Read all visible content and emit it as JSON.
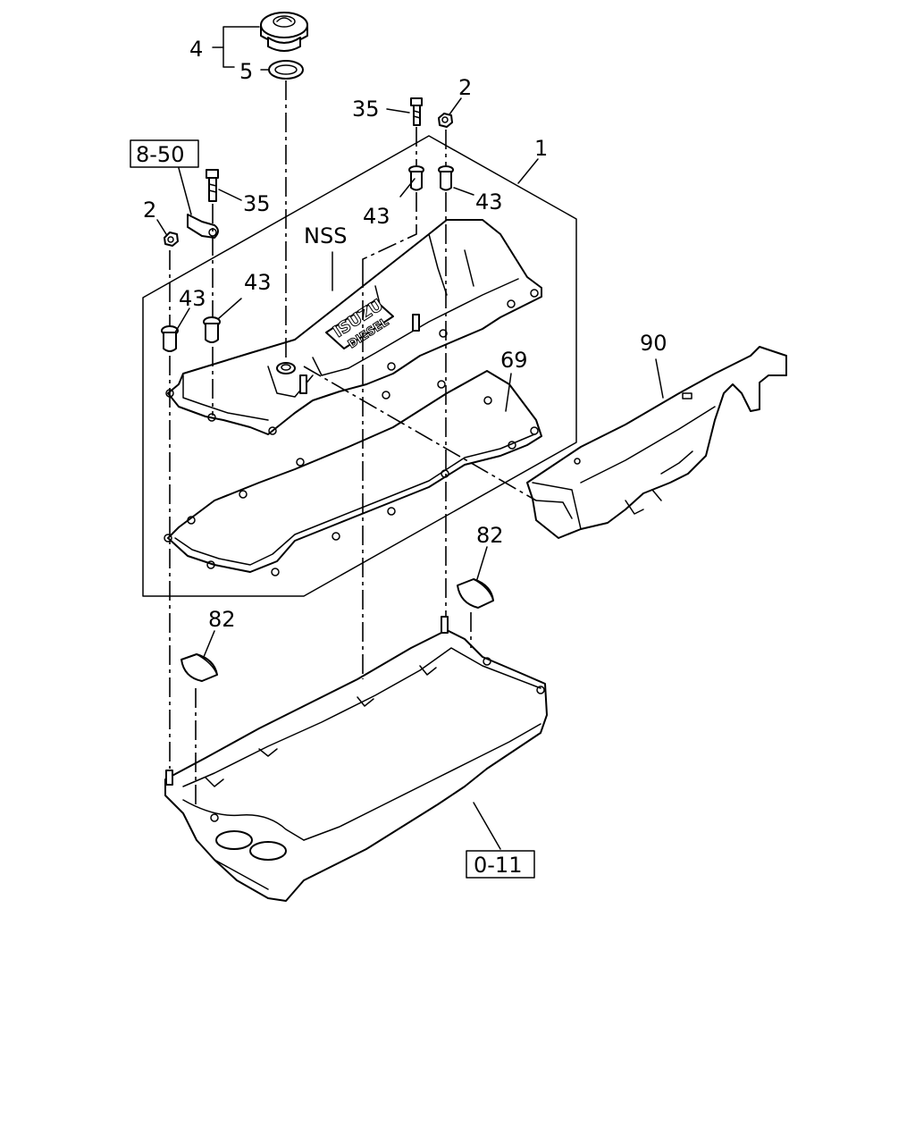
{
  "callouts": {
    "c4": "4",
    "c5": "5",
    "c35_top": "35",
    "c2_top": "2",
    "c1": "1",
    "c8_50": "8-50",
    "c35_left": "35",
    "c43_mid": "43",
    "c43_right": "43",
    "c2_left": "2",
    "nss": "NSS",
    "c43_left_a": "43",
    "c43_left_b": "43",
    "c69": "69",
    "c90": "90",
    "c82_right": "82",
    "c82_left": "82",
    "c0_11": "0-11"
  },
  "cover_logo": {
    "line1": "ISUZU",
    "line2": "DIESEL"
  }
}
